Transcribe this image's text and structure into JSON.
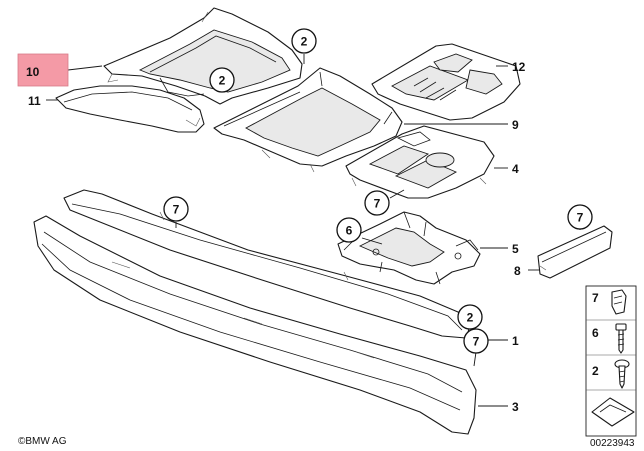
{
  "diagram": {
    "brand_label": "©BMW AG",
    "drawing_number": "00223943",
    "highlight_color": "#f49aa6",
    "callouts": {
      "c10": "10",
      "c11": "11",
      "c2a": "2",
      "c2b": "2",
      "c12": "12",
      "c9": "9",
      "c4": "4",
      "c7a": "7",
      "c7b": "7",
      "c6": "6",
      "c5": "5",
      "c7c": "7",
      "c8": "8",
      "c2c": "2",
      "c1": "1",
      "c7d": "7",
      "c3": "3"
    },
    "legend": {
      "l7": "7",
      "l6": "6",
      "l2": "2"
    },
    "icons": [
      "clip-icon",
      "screw-icon",
      "self-tapping-screw-icon",
      "arrow-icon"
    ]
  }
}
